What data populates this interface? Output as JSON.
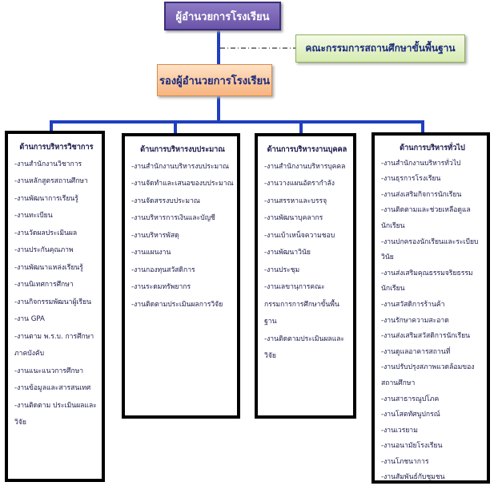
{
  "top": {
    "title": "ผู้อำนวยการโรงเรียน"
  },
  "committee": {
    "title": "คณะกรรมการสถานศึกษาขั้นพื้นฐาน"
  },
  "deputy": {
    "title": "รองผู้อำนวยการโรงเรียน"
  },
  "columns": [
    {
      "heading": "ด้านการบริหารวิชาการ",
      "items": [
        "-งานสำนักงานวิชาการ",
        "-งานหลักสูตรสถานศึกษา",
        "-งานพัฒนาการเรียนรู้",
        "-งานทะเบียน",
        "-งานวัดผลประเมินผล",
        "-งานประกันคุณภาพ",
        "-งานพัฒนาแหล่งเรียนรู้",
        "-งานนิเทศการศึกษา",
        "-งานกิจกรรมพัฒนาผู้เรียน",
        "-งาน GPA",
        "-งานตาม พ.ร.บ. การศึกษาภาคบังคับ",
        "-งานแนะแนวการศึกษา",
        "-งานข้อมูลและสารสนเทศ",
        "-งานติดตาม ประเมินผลและวิจัย"
      ]
    },
    {
      "heading": "ด้านการบริหารงบประมาณ",
      "items": [
        "-งานสำนักงานบริหารงบประมาณ",
        "-งานจัดทำและเสนอของบประมาณ",
        "-งานจัดสรรงบประมาณ",
        "-งานบริหารการเงินและบัญชี",
        "-งานบริหารพัสดุ",
        "-งานแผนงาน",
        "-งานกองทุนสวัสดิการ",
        "-งานระดมทรัพยากร",
        "-งานติดตามประเมินผลการวิจัย"
      ]
    },
    {
      "heading": "ด้านการบริหารงานบุคคล",
      "items": [
        "-งานสำนักงานบริหารบุคคล",
        "-งานวางแผนอัตรากำลัง",
        "-งานสรรหาและบรรจุ",
        "-งานพัฒนาบุคลากร",
        "-งานเบ้าเหน็จความชอบ",
        "-งานพัฒนาวินัย",
        "-งานประชุม",
        "-งานเลขานุการคณะกรรมการการศึกษาขั้นพื้นฐาน",
        "-งานติดตามประเมินผลและวิจัย"
      ]
    },
    {
      "heading": "ด้านการบริหารทั่วไป",
      "items": [
        "-งานสำนักงานบริหารทั่วไป",
        "-งานธุรการโรงเรียน",
        "-งานส่งเสริมกิจการนักเรียน",
        "-งานติดตามและช่วยเหลือดูแลนักเรียน",
        "-งานปกครองนักเรียนและระเบียบวินัย",
        "-งานส่งเสริมคุณธรรมจริยธรรมนักเรียน",
        "-งานสวัสดิการร้านค้า",
        "-งานรักษาความสะอาด",
        "-งานส่งเสริมสวัสดิการนักเรียน",
        "-งานดูแลอาคารสถานที่",
        "-งานปรับปรุงสภาพแวดล้อมของสถานศึกษา",
        "-งานสาธารณูปโภค",
        "-งานโสตทัศนูปกรณ์",
        "-งานเวรยาม",
        "-งานอนามัยโรงเรียน",
        "-งานโภชนาการ",
        "-งานสัมพันธ์กับชุมชน"
      ]
    }
  ]
}
